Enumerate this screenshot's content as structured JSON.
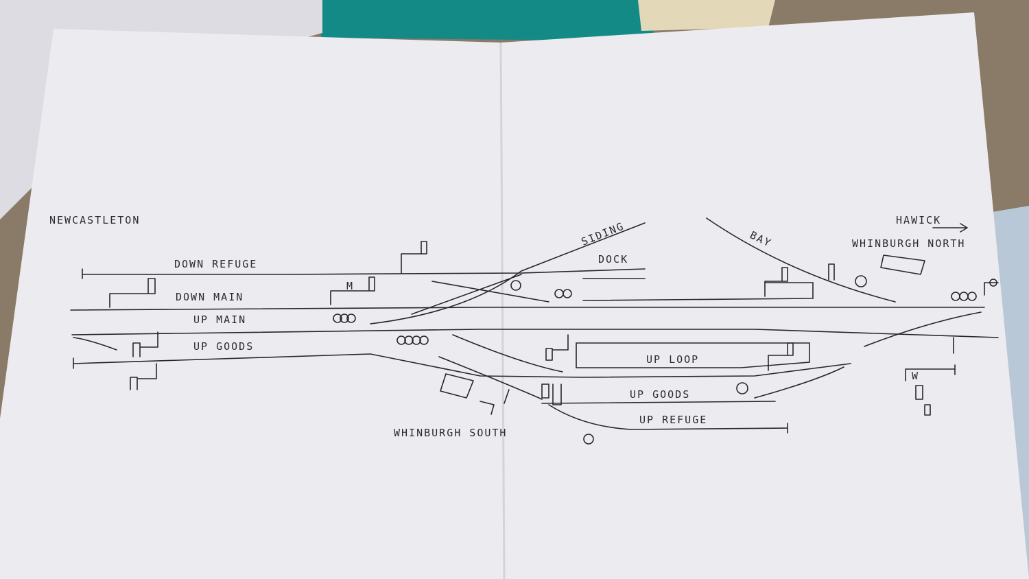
{
  "labels": {
    "newcastleton": "NEWCASTLETON",
    "hawick": "HAWICK",
    "whinburgh_north": "WHINBURGH NORTH",
    "whinburgh_south": "WHINBURGH SOUTH",
    "down_refuge": "DOWN REFUGE",
    "down_main": "DOWN MAIN",
    "up_main": "UP MAIN",
    "up_goods_west": "UP GOODS",
    "siding": "SIDING",
    "dock": "DOCK",
    "bay": "BAY",
    "up_loop": "UP LOOP",
    "up_goods_east": "UP GOODS",
    "up_refuge": "UP REFUGE",
    "lever_marks_1": "M",
    "lever_marks_2": "W"
  },
  "colors": {
    "paper": "#ecebef",
    "ink": "#26262e",
    "teal_folder": "#138a86",
    "carpet": "#8a7a68"
  }
}
